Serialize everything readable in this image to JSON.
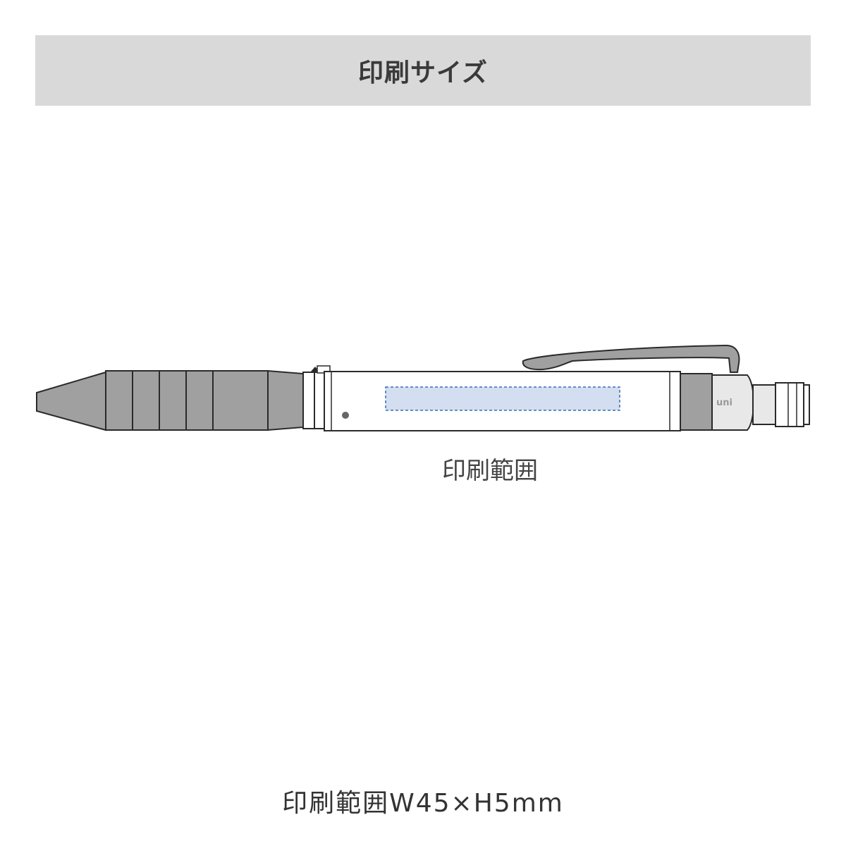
{
  "header": {
    "title": "印刷サイズ"
  },
  "diagram": {
    "print_area_label": "印刷範囲",
    "brand_mark": "uni",
    "colors": {
      "body_fill": "#ffffff",
      "grip_fill": "#a0a0a0",
      "outline": "#2a2a2a",
      "print_area_fill": "#d3dff0",
      "print_area_border": "#3a6db5"
    }
  },
  "caption": {
    "size_text": "印刷範囲W45×H5mm"
  }
}
